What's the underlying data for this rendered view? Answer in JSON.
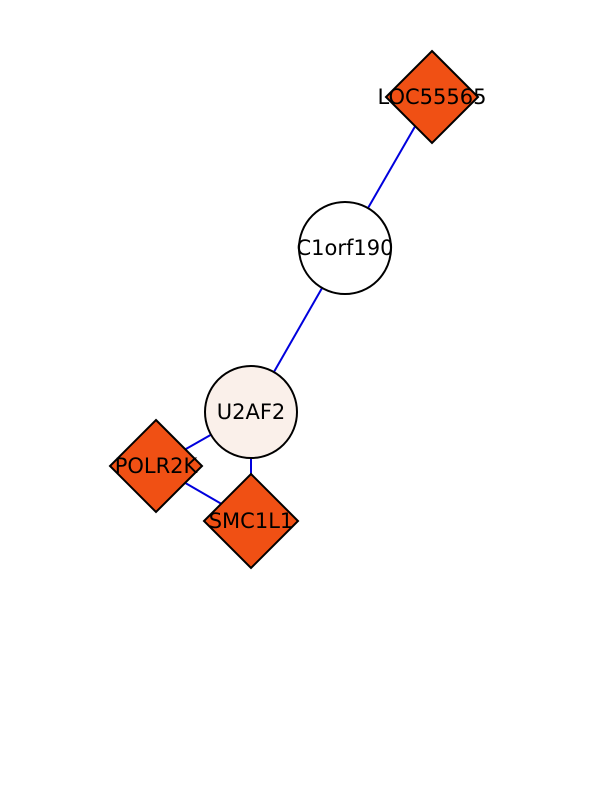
{
  "diagram": {
    "type": "network",
    "background": "#ffffff",
    "edge_color": "#0000dd",
    "node_stroke": "#000000",
    "nodes": [
      {
        "id": "LOC55565",
        "label": "LOC55565",
        "shape": "diamond",
        "fill": "#f05014"
      },
      {
        "id": "C1orf190",
        "label": "C1orf190",
        "shape": "circle",
        "fill": "#ffffff"
      },
      {
        "id": "U2AF2",
        "label": "U2AF2",
        "shape": "circle",
        "fill": "#faf0ea"
      },
      {
        "id": "POLR2K",
        "label": "POLR2K",
        "shape": "diamond",
        "fill": "#f05014"
      },
      {
        "id": "SMC1L1",
        "label": "SMC1L1",
        "shape": "diamond",
        "fill": "#f05014"
      }
    ],
    "edges": [
      {
        "source": "LOC55565",
        "target": "C1orf190"
      },
      {
        "source": "C1orf190",
        "target": "U2AF2"
      },
      {
        "source": "U2AF2",
        "target": "POLR2K"
      },
      {
        "source": "U2AF2",
        "target": "SMC1L1"
      },
      {
        "source": "POLR2K",
        "target": "SMC1L1"
      }
    ]
  }
}
